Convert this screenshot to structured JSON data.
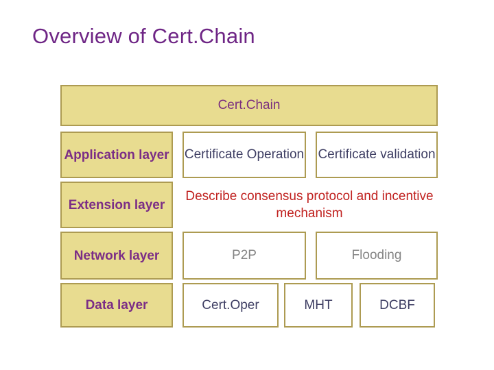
{
  "slide": {
    "title": "Overview of Cert.Chain",
    "title_color": "#6E2585"
  },
  "diagram": {
    "header": {
      "label": "Cert.Chain"
    },
    "colors": {
      "fill_yellow": "#E8DC90",
      "border_olive": "#AD9B52",
      "label_purple": "#7B2D86",
      "box_text_navy": "#3E3E63",
      "box_text_gray": "#858585",
      "note_red": "#C0211F",
      "box_white": "#FFFFFF"
    },
    "rows": [
      {
        "layer": "Application layer",
        "cells": [
          {
            "text": "Certificate Operation",
            "style": "navy-box"
          },
          {
            "text": "Certificate validation",
            "style": "navy-box"
          }
        ]
      },
      {
        "layer": "Extension layer",
        "cells": [
          {
            "text": "Describe consensus protocol and incentive mechanism",
            "style": "red-note"
          }
        ]
      },
      {
        "layer": "Network layer",
        "cells": [
          {
            "text": "P2P",
            "style": "gray-box"
          },
          {
            "text": "Flooding",
            "style": "gray-box"
          }
        ]
      },
      {
        "layer": "Data layer",
        "cells": [
          {
            "text": "Cert.Oper",
            "style": "navy-box"
          },
          {
            "text": "MHT",
            "style": "navy-box"
          },
          {
            "text": "DCBF",
            "style": "navy-box"
          }
        ]
      }
    ]
  }
}
